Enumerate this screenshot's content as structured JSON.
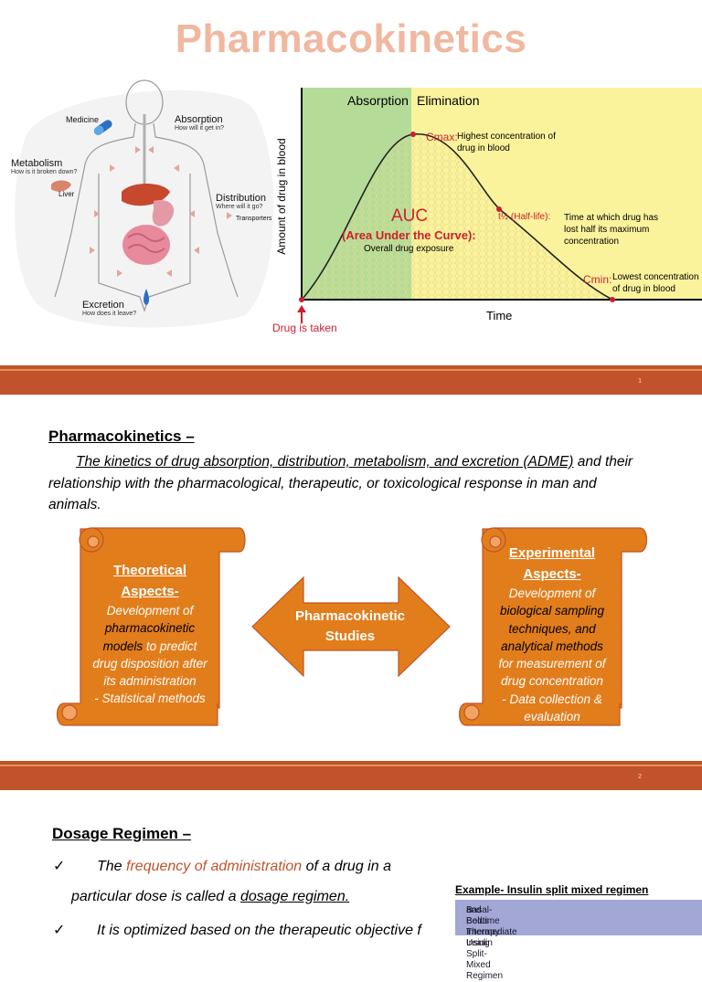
{
  "slide1": {
    "title": "Pharmacokinetics",
    "body_labels": {
      "medicine": "Medicine",
      "absorption": "Absorption",
      "absorption_q": "How will it get in?",
      "metabolism": "Metabolism",
      "metabolism_q": "How is it broken down?",
      "liver": "Liver",
      "distribution": "Distribution",
      "distribution_q": "Where will it go?",
      "transporters": "Transporters",
      "excretion": "Excretion",
      "excretion_q": "How does it leave?"
    },
    "chart": {
      "absorption_label": "Absorption",
      "elimination_label": "Elimination",
      "y_axis": "Amount of drug in blood",
      "x_axis": "Time",
      "drug_taken": "Drug is taken",
      "auc_title": "AUC",
      "auc_sub": "(Area Under the Curve):",
      "auc_desc": "Overall drug exposure",
      "cmax_label": "Cmax:",
      "cmax_desc_1": "Highest concentration of",
      "cmax_desc_2": "drug in blood",
      "thalf_label": "t½ (Half-life):",
      "thalf_desc_1": "Time at which drug has",
      "thalf_desc_2": "lost half its maximum",
      "thalf_desc_3": "concentration",
      "cmin_label": "Cmin:",
      "cmin_desc_1": "Lowest concentration",
      "cmin_desc_2": "of drug in blood",
      "colors": {
        "absorption_bg": "#b4dc98",
        "elimination_bg": "#fbf39c",
        "accent": "#cc1f2d"
      }
    },
    "page_number": "1"
  },
  "slide2": {
    "heading": "Pharmacokinetics –",
    "definition_underlined": "The kinetics of drug absorption, distribution, metabolism, and excretion (ADME)",
    "definition_rest": " and their relationship with the pharmacological, therapeutic, or toxicological response in man and animals.",
    "left_scroll": {
      "heading_1": "Theoretical",
      "heading_2": "Aspects-",
      "line_1": "Development of",
      "line_2": "pharmacokinetic",
      "line_3a": "models",
      "line_3b": " to predict",
      "line_4": "drug disposition after",
      "line_5": "its administration",
      "line_6": "- Statistical methods"
    },
    "center_label_1": "Pharmacokinetic",
    "center_label_2": "Studies",
    "right_scroll": {
      "heading_1": "Experimental",
      "heading_2": "Aspects-",
      "line_1": "Development of",
      "line_2": "biological sampling",
      "line_3": "techniques, and",
      "line_4": "analytical methods",
      "line_5": "for measurement of",
      "line_6": "drug concentration",
      "line_7": "- Data collection &",
      "line_8": "evaluation"
    },
    "page_number": "2"
  },
  "slide3": {
    "heading": "Dosage Regimen –",
    "check_mark": "✓",
    "line1_a": "The ",
    "line1_b": "frequency of administration",
    "line1_c": " of a drug in a",
    "line2_a": "particular dose is called a ",
    "line2_b": "dosage regimen.",
    "line3": "It is optimized based on the therapeutic objective f",
    "example_caption": "Example- Insulin split mixed regimen",
    "example_box_1": "Basal-Bolus Therapy Using Split-Mixed Regimen",
    "example_box_2": "and Bedtime Intermediate Insulin"
  }
}
